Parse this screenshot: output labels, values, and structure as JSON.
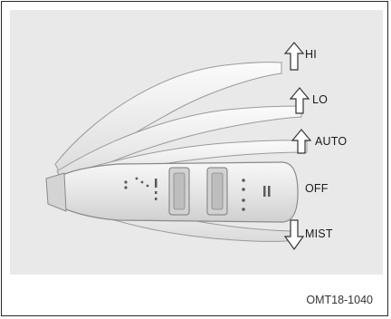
{
  "figure": {
    "code": "OMT18-1040",
    "positions": {
      "hi": "HI",
      "lo": "LO",
      "auto": "AUTO",
      "off": "OFF",
      "mist": "MIST"
    }
  }
}
